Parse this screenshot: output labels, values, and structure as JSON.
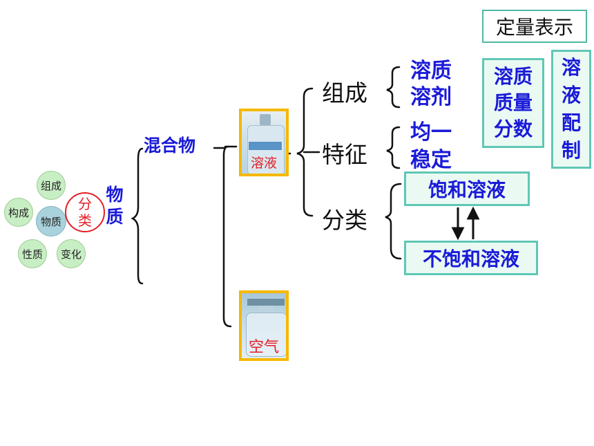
{
  "top_box": "定量表示",
  "concept_wheel": {
    "center": "物质",
    "petals": [
      "组成",
      "构成",
      "性质",
      "变化"
    ],
    "classify": [
      "分",
      "类"
    ]
  },
  "matter_label": [
    "物",
    "质"
  ],
  "mixture_label": "混合物",
  "solution_photo_label": "溶液",
  "air_photo_label": "空气",
  "composition": {
    "label": "组成",
    "items": [
      "溶质",
      "溶剂"
    ]
  },
  "features": {
    "label": "特征",
    "items": [
      "均一",
      "稳定"
    ]
  },
  "classification": {
    "label": "分类",
    "saturated": "饱和溶液",
    "unsaturated": "不饱和溶液"
  },
  "mass_fraction_box": [
    "溶质",
    "质量",
    "分数"
  ],
  "preparation_box": [
    "溶",
    "液",
    "配",
    "制"
  ],
  "colors": {
    "blue": "#1a1ad8",
    "red": "#e41e26",
    "teal": "#5fc7b5",
    "gold": "#f5b800"
  }
}
